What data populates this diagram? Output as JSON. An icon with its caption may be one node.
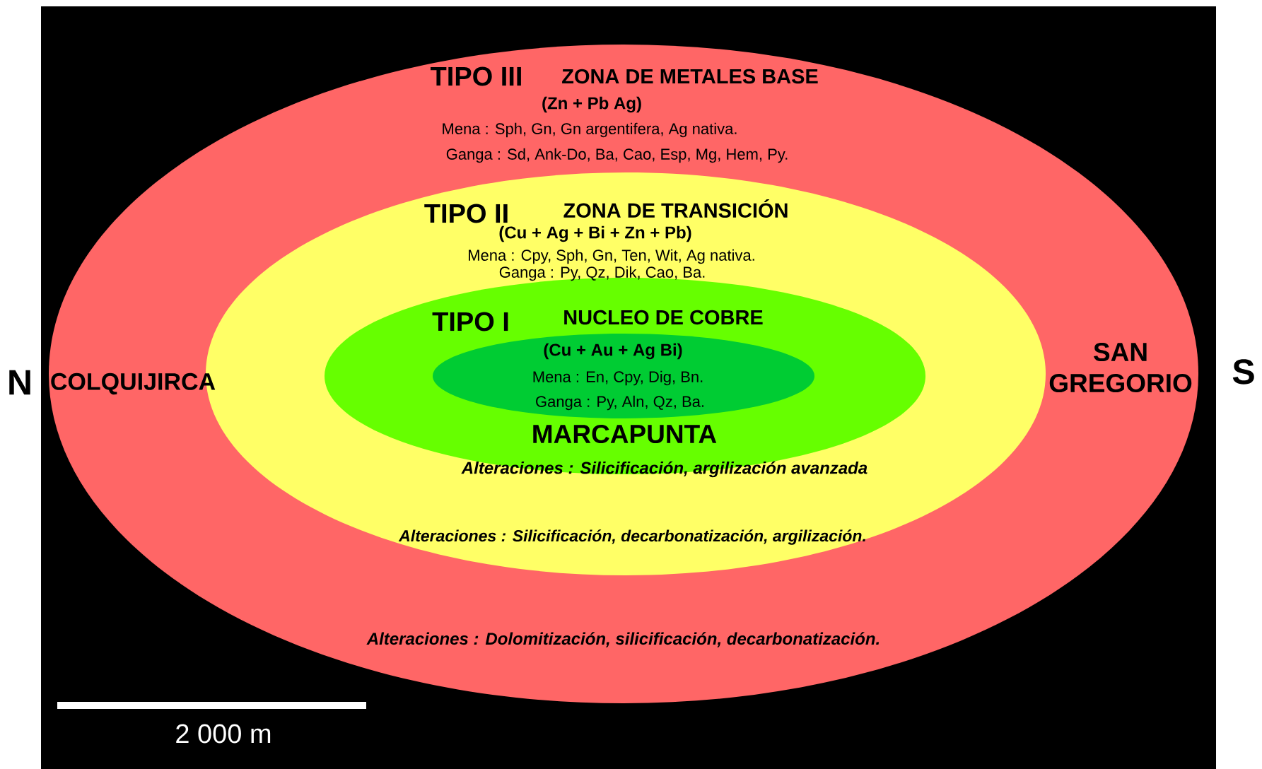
{
  "diagram": {
    "nodes": [
      {
        "text": [
          "TIPO III",
          "ZONA DE METALES BASE",
          "(Zn + Pb Ag)",
          "Mena : Sph, Gn, Gn argentifera, Ag nativa.",
          "Ganga : Sd, Ank-Do, Ba, Cao, Esp, Mg, Hem, Py.",
          "Alteraciones : Dolomitización, silicificación, decarbonatización."
        ]
      },
      {
        "text": [
          "TIPO II",
          "ZONA DE TRANSICIÓN",
          "(Cu + Ag + Bi + Zn + Pb)",
          "Mena : Cpy, Sph, Gn, Ten, Wit, Ag nativa.",
          "Ganga : Py, Qz, Dik, Cao, Ba.",
          "Alteraciones : Silicificación, decarbonatización, argilización."
        ],
        "in": 0
      },
      {
        "text": [
          "TIPO I",
          "NUCLEO DE COBRE",
          "MARCAPUNTA",
          "Alteraciones : Silicificación, argilización avanzada"
        ],
        "in": 1
      },
      {
        "text": [
          "(Cu + Au + Ag Bi)",
          "Mena : En, Cpy, Dig, Bn.",
          "Ganga : Py, Aln, Qz, Ba."
        ],
        "in": 2
      }
    ],
    "edges": [],
    "labels": [
      "N",
      "COLQUIJIRCA",
      "SAN GREGORIO",
      "S",
      "2 000 m"
    ]
  }
}
